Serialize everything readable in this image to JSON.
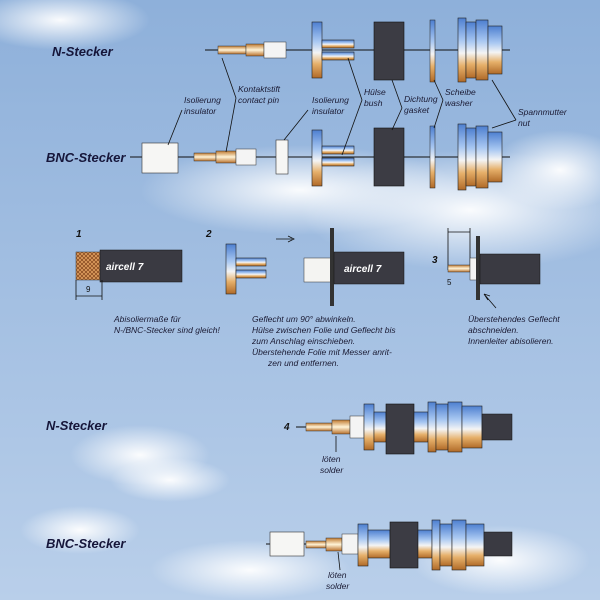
{
  "headings": {
    "n_top": "N-Stecker",
    "bnc_top": "BNC-Stecker",
    "n_bottom": "N-Stecker",
    "bnc_bottom": "BNC-Stecker"
  },
  "parts": {
    "isolierung_left": [
      "Isolierung",
      "insulator"
    ],
    "kontaktstift": [
      "Kontaktstift",
      "contact pin"
    ],
    "isolierung_mid": [
      "Isolierung",
      "insulator"
    ],
    "huelse": [
      "Hülse",
      "bush"
    ],
    "dichtung": [
      "Dichtung",
      "gasket"
    ],
    "scheibe": [
      "Scheibe",
      "washer"
    ],
    "spannmutter": [
      "Spannmutter",
      "nut"
    ]
  },
  "steps": {
    "s1": "1",
    "s2": "2",
    "s3": "3",
    "s4": "4"
  },
  "cable_label": "aircell 7",
  "dims": {
    "strip_length": "9",
    "pin_length": "5"
  },
  "notes": {
    "step1": [
      "Abisoliermaße für",
      "N-/BNC-Stecker sind gleich!"
    ],
    "step2": [
      "Geflecht um 90° abwinkeln.",
      "Hülse zwischen Folie und Geflecht bis",
      "zum Anschlag einschieben.",
      "Überstehende Folie mit Messer anrit-",
      "zen und entfernen."
    ],
    "step3": [
      "Überstehendes Geflecht",
      "abschneiden.",
      "Innenleiter abisolieren."
    ]
  },
  "solder": {
    "n": [
      "löten",
      "solder"
    ],
    "bnc": [
      "löten",
      "solder"
    ]
  },
  "colors": {
    "sky_top": "#8fb0d8",
    "sky_bottom": "#bcd0ea",
    "metal_blue": "#6f9fe0",
    "metal_gold": "#d9a060",
    "gasket_dark": "#3c3c44",
    "braid": "#9a5a2a"
  }
}
